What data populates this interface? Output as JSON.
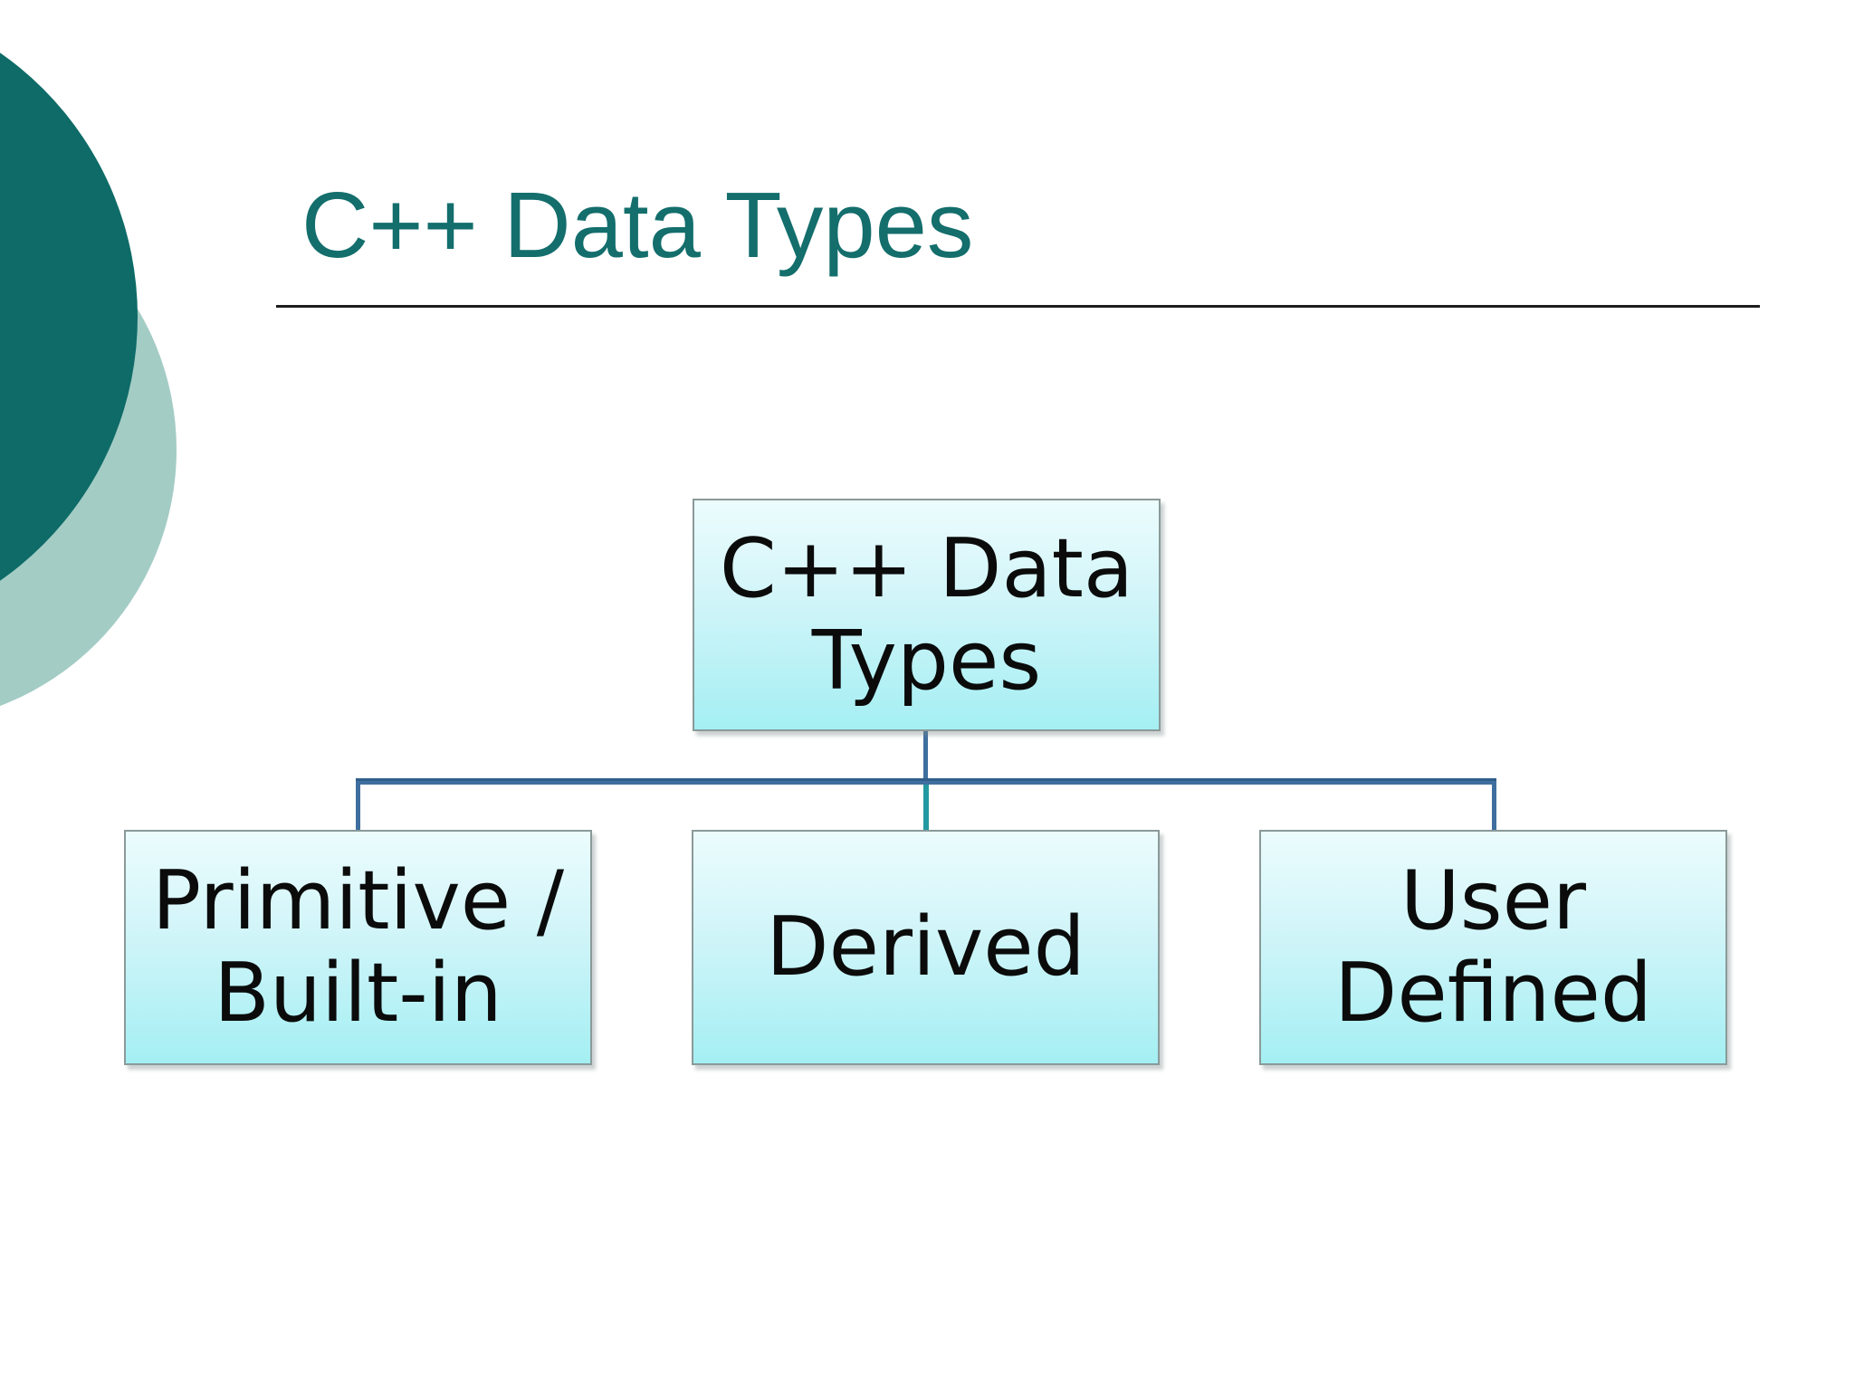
{
  "slide": {
    "title": "C++ Data Types"
  },
  "diagram": {
    "root": {
      "label": "C++ Data\nTypes"
    },
    "children": [
      {
        "label": "Primitive /\nBuilt-in"
      },
      {
        "label": "Derived"
      },
      {
        "label": "User\nDefined"
      }
    ]
  },
  "colors": {
    "title_text": "#136e6c",
    "title_rule": "#1d1d1d",
    "circle_dark": "#0e6b67",
    "circle_light": "#a3ccc5",
    "box_top": "#ecfcfd",
    "box_mid": "#d2f5f9",
    "box_bottom": "#a4eff3",
    "box_border": "#8a9a99",
    "box_text": "#0b0b0b",
    "connector_blue": "#3f6f9e",
    "connector_blue_dark": "#305e8a",
    "connector_teal": "#2399a1"
  }
}
